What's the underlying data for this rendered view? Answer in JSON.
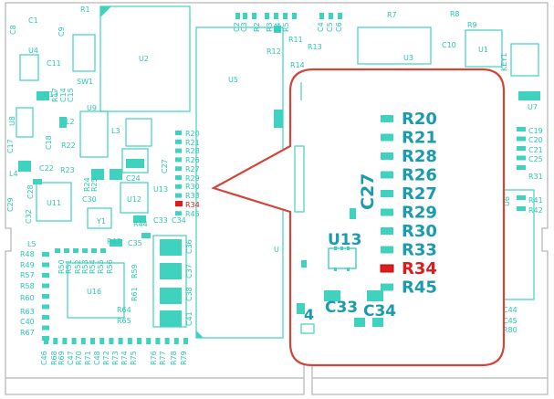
{
  "board_labels": {
    "C1": "C1",
    "C8": "C8",
    "R1": "R1",
    "C9": "C9",
    "C10": "C10",
    "U4": "U4",
    "C11": "C11",
    "SW1": "SW1",
    "U2": "U2",
    "U5": "U5",
    "U3": "U3",
    "U1": "U1",
    "KEY1": "KEY1",
    "R7": "R7",
    "R8": "R8",
    "R9": "R9",
    "R11": "R11",
    "R12": "R12",
    "R13": "R13",
    "R14": "R14",
    "C13": "C13",
    "R17": "R17",
    "C14": "C14",
    "C15": "C15",
    "U8": "U8",
    "L2": "L2",
    "C17": "C17",
    "C18": "C18",
    "U9": "U9",
    "L3": "L3",
    "R22": "R22",
    "R23": "R23",
    "C22": "C22",
    "L4": "L4",
    "C24": "C24",
    "R24": "R24",
    "R25": "R25",
    "C28": "C28",
    "C29": "C29",
    "C32": "C32",
    "U11": "U11",
    "C30": "C30",
    "U12": "U12",
    "U13": "U13",
    "C27": "C27",
    "Y1": "Y1",
    "R44": "R44",
    "C33": "C33",
    "C34": "C34",
    "L5": "L5",
    "R43": "R43",
    "C35": "C35",
    "C36": "C36",
    "R48": "R48",
    "R49": "R49",
    "R57": "R57",
    "R58": "R58",
    "R60": "R60",
    "R63": "R63",
    "C40": "C40",
    "R67": "R67",
    "U16": "U16",
    "R50": "R50",
    "R51": "R51",
    "R52": "R52",
    "R53": "R53",
    "R54": "R54",
    "R55": "R55",
    "R56": "R56",
    "R59": "R59",
    "R61": "R61",
    "R64": "R64",
    "R65": "R65",
    "C37": "C37",
    "C38": "C38",
    "C41": "C41",
    "C46": "C46",
    "R68": "R68",
    "R69": "R69",
    "C47": "C47",
    "R70": "R70",
    "R71": "R71",
    "C48": "C48",
    "R72": "R72",
    "R73": "R73",
    "R74": "R74",
    "R75": "R75",
    "R76": "R76",
    "R77": "R77",
    "R78": "R78",
    "R79": "R79",
    "U7": "U7",
    "C19": "C19",
    "C20": "C20",
    "C21": "C21",
    "C25": "C25",
    "R31": "R31",
    "R41": "R41",
    "R42": "R42",
    "C44": "C44",
    "C45": "C45",
    "R80": "R80",
    "U6": "U6",
    "R20": "R20",
    "R21": "R21",
    "R28": "R28",
    "R26": "R26",
    "R27": "R27",
    "R29": "R29",
    "R30": "R30",
    "R33": "R33",
    "R34": "R34",
    "R45": "R45",
    "U": "U",
    "C2": "C2",
    "C3": "C3",
    "R2": "R2",
    "R3": "R3",
    "R4": "R4",
    "R5": "R5",
    "C4": "C4",
    "C5": "C5",
    "C6": "C6"
  },
  "callout": {
    "resistors": [
      "R20",
      "R21",
      "R28",
      "R26",
      "R27",
      "R29",
      "R30",
      "R33",
      "R34",
      "R45"
    ],
    "highlighted": "R34",
    "c27": "C27",
    "u13": "U13",
    "c33": "C33",
    "c34": "C34",
    "partial_left": "4"
  },
  "colors": {
    "silkscreen": "#3fd3bf",
    "label": "#1b9bb0",
    "highlight": "#e11b1b",
    "callout_border": "#d2453a"
  }
}
